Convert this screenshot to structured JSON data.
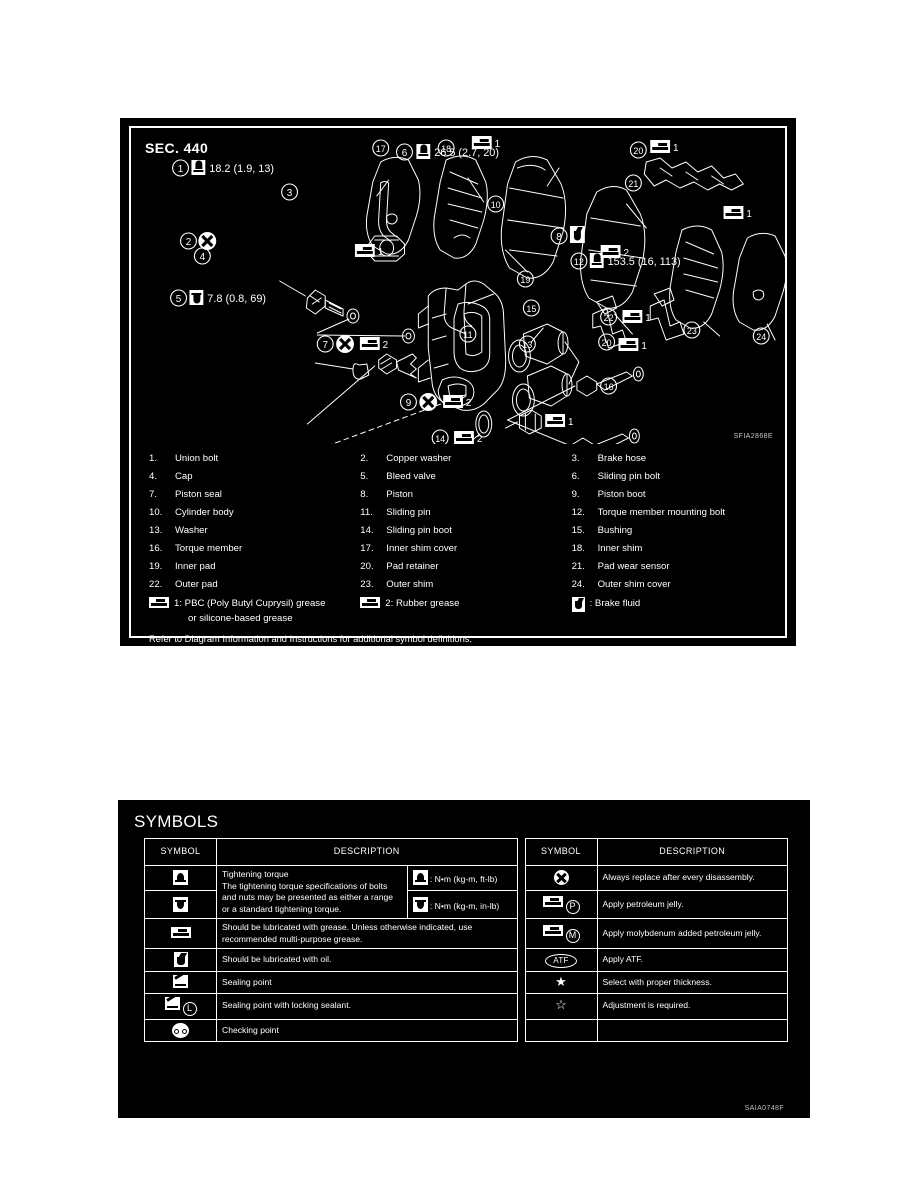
{
  "diagram": {
    "section_label": "SEC. 440",
    "figure_code": "SFIA2868E",
    "torque_callouts": [
      {
        "num": "1",
        "value": "18.2 (1.9, 13)"
      },
      {
        "num": "6",
        "value": "26.5 (2.7, 20)"
      },
      {
        "num": "5",
        "value": "7.8 (0.8, 69)"
      },
      {
        "num": "12",
        "value": "153.5 (16, 113)"
      }
    ],
    "balloon_numbers": [
      "1",
      "2",
      "3",
      "4",
      "5",
      "6",
      "7",
      "8",
      "9",
      "10",
      "11",
      "12",
      "13",
      "14",
      "15",
      "16",
      "17",
      "18",
      "19",
      "20",
      "21",
      "22",
      "23",
      "24"
    ],
    "grease_marks": [
      {
        "label": "1"
      },
      {
        "label": "2"
      }
    ]
  },
  "parts": [
    {
      "num": "1.",
      "name": "Union bolt"
    },
    {
      "num": "2.",
      "name": "Copper washer"
    },
    {
      "num": "3.",
      "name": "Brake hose"
    },
    {
      "num": "4.",
      "name": "Cap"
    },
    {
      "num": "5.",
      "name": "Bleed valve"
    },
    {
      "num": "6.",
      "name": "Sliding pin bolt"
    },
    {
      "num": "7.",
      "name": "Piston seal"
    },
    {
      "num": "8.",
      "name": "Piston"
    },
    {
      "num": "9.",
      "name": "Piston boot"
    },
    {
      "num": "10.",
      "name": "Cylinder body"
    },
    {
      "num": "11.",
      "name": "Sliding pin"
    },
    {
      "num": "12.",
      "name": "Torque member mounting bolt"
    },
    {
      "num": "13.",
      "name": "Washer"
    },
    {
      "num": "14.",
      "name": "Sliding pin boot"
    },
    {
      "num": "15.",
      "name": "Bushing"
    },
    {
      "num": "16.",
      "name": "Torque member"
    },
    {
      "num": "17.",
      "name": "Inner shim cover"
    },
    {
      "num": "18.",
      "name": "Inner shim"
    },
    {
      "num": "19.",
      "name": "Inner pad"
    },
    {
      "num": "20.",
      "name": "Pad retainer"
    },
    {
      "num": "21.",
      "name": "Pad wear sensor"
    },
    {
      "num": "22.",
      "name": "Outer pad"
    },
    {
      "num": "23.",
      "name": "Outer shim"
    },
    {
      "num": "24.",
      "name": "Outer shim cover"
    }
  ],
  "legend": {
    "grease1": "1: PBC (Poly Butyl Cuprysil) grease",
    "grease1_sub": "or silicone-based grease",
    "grease2": "2: Rubber grease",
    "fluid": ": Brake fluid",
    "note": "Refer to Diagram Information and Instructions for additional symbol definitions."
  },
  "symbols": {
    "title": "SYMBOLS",
    "figure_code": "SAIA0748F",
    "headers": {
      "symbol": "SYMBOL",
      "description": "DESCRIPTION"
    },
    "left_rows": [
      {
        "icon": "torque-up-icon",
        "desc": "Tightening torque\nThe tightening torque specifications of bolts and nuts may be presented as either a range or a standard tightening torque.",
        "unit": ": N•m  (kg-m, ft-lb)"
      },
      {
        "icon": "torque-down-icon",
        "desc": "",
        "unit": ": N•m  (kg-m, in-lb)"
      },
      {
        "icon": "grease-icon",
        "desc": "Should be lubricated with grease. Unless otherwise indicated, use recommended multi-purpose grease."
      },
      {
        "icon": "oil-icon",
        "desc": "Should be lubricated with oil."
      },
      {
        "icon": "sealing-icon",
        "desc": "Sealing point"
      },
      {
        "icon": "sealing-lock-icon",
        "desc": "Sealing point with locking sealant."
      },
      {
        "icon": "checking-icon",
        "desc": "Checking point"
      }
    ],
    "right_rows": [
      {
        "icon": "replace-icon",
        "desc": "Always replace after every disassembly."
      },
      {
        "icon": "petroleum-jelly-icon",
        "desc": "Apply petroleum jelly."
      },
      {
        "icon": "molybdenum-icon",
        "desc": "Apply molybdenum added petroleum jelly."
      },
      {
        "icon": "atf-icon",
        "desc": "Apply ATF.",
        "label": "ATF"
      },
      {
        "icon": "star-filled-icon",
        "desc": "Select with proper thickness.",
        "glyph": "★"
      },
      {
        "icon": "star-outline-icon",
        "desc": "Adjustment is required.",
        "glyph": "☆"
      },
      {
        "icon": "",
        "desc": ""
      }
    ]
  }
}
